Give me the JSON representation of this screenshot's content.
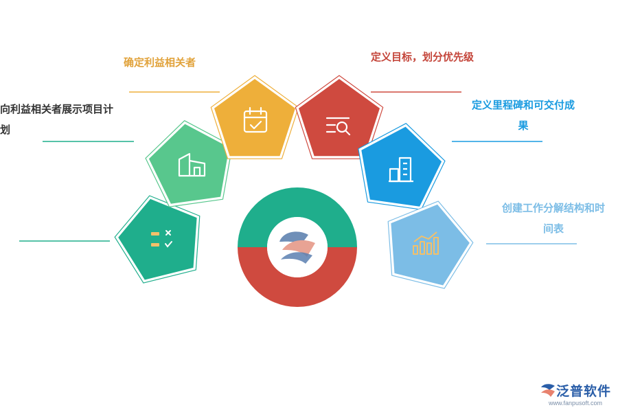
{
  "steps": [
    {
      "label": "",
      "color": "#1fae8c",
      "icon": "checklist-icon"
    },
    {
      "label": "向利益相关者展示项目计划",
      "color": "#58c78d",
      "icon": "building-icon"
    },
    {
      "label": "确定利益相关者",
      "color": "#eeaf3a",
      "icon": "calendar-icon"
    },
    {
      "label": "定义目标，划分优先级",
      "color": "#cf4a3f",
      "icon": "search-list-icon"
    },
    {
      "label": "定义里程碑和可交付成果",
      "color": "#1a9be0",
      "icon": "buildings-icon"
    },
    {
      "label": "创建工作分解结构和时间表",
      "color": "#7cbde6",
      "icon": "bar-chart-icon"
    }
  ],
  "center": {
    "top_color": "#1fae8c",
    "bottom_color": "#cf4a3f",
    "icon": "company-logo"
  },
  "brand": {
    "name": "泛普软件",
    "url": "www.fanpusoft.com",
    "color": "#2a5ea8"
  }
}
